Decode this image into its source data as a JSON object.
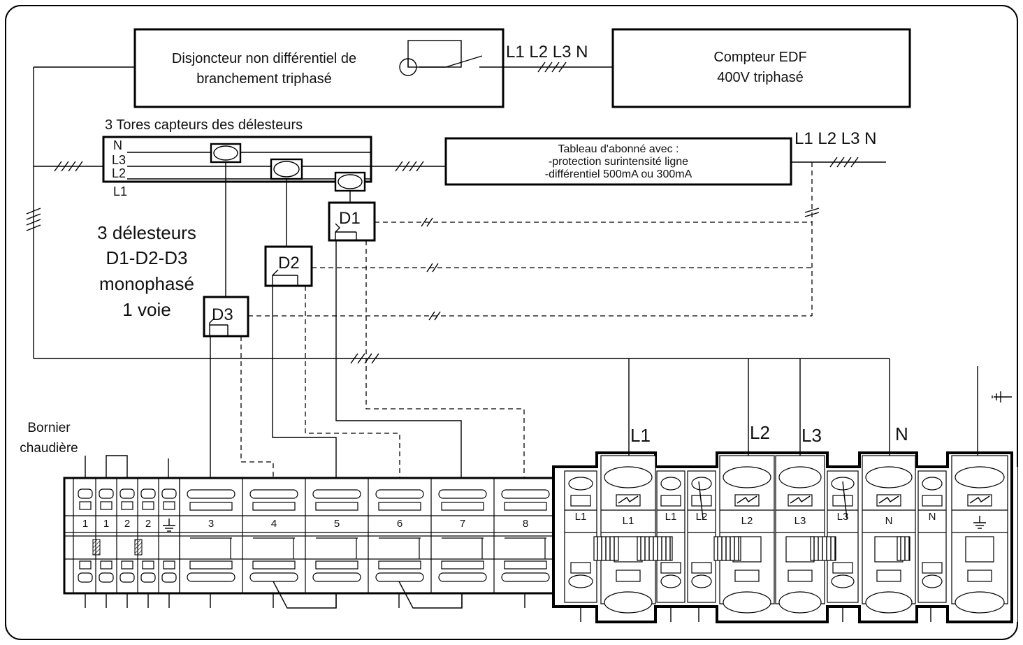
{
  "disjoncteur": {
    "line1": "Disjoncteur non différentiel de",
    "line2": "branchement triphasé"
  },
  "top_phases": "L1 L2 L3 N",
  "compteur": {
    "line1": "Compteur EDF",
    "line2": "400V triphasé"
  },
  "tores": {
    "title": "3 Tores capteurs des délesteurs",
    "lines": [
      "N",
      "L3",
      "L2",
      "L1"
    ]
  },
  "tableau": {
    "line1": "Tableau d'abonné avec :",
    "line2": "-protection surintensité ligne",
    "line3": "-différentiel 500mA ou 300mA"
  },
  "right_phases": "L1 L2 L3 N",
  "delesteurs_label": [
    "3 délesteurs",
    "D1-D2-D3",
    "monophasé",
    "1 voie"
  ],
  "relays": [
    "D1",
    "D2",
    "D3"
  ],
  "bornier_label": [
    "Bornier",
    "chaudière"
  ],
  "terminals_small": [
    "1",
    "1",
    "2",
    "2"
  ],
  "terminals_wide": [
    "3",
    "4",
    "5",
    "6",
    "7",
    "8"
  ],
  "top_feeds": [
    "L1",
    "L2",
    "L3",
    "N"
  ],
  "right_block": [
    "L1",
    "L1",
    "L1",
    "L2",
    "L2",
    "L3",
    "L3",
    "N",
    "N"
  ]
}
